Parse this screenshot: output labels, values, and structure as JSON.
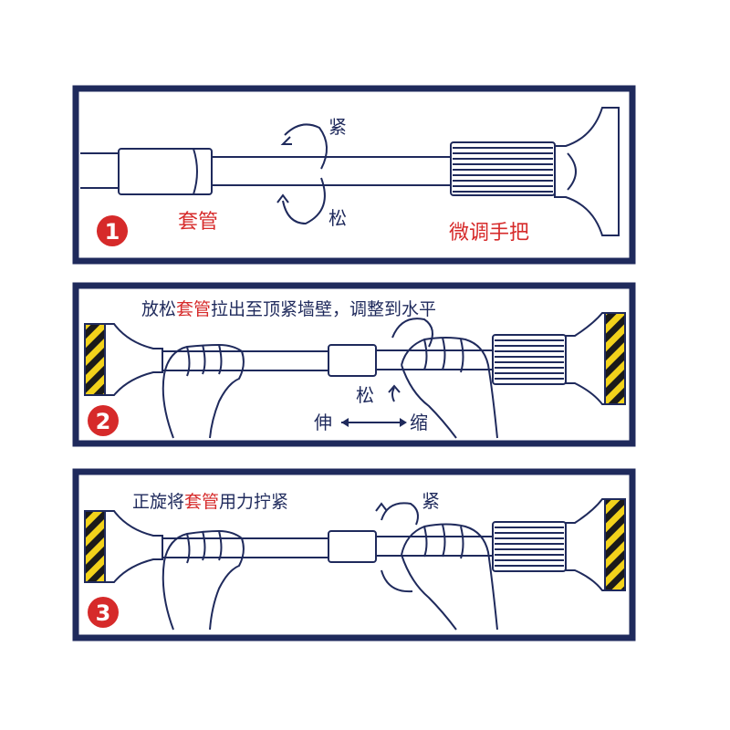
{
  "panel1": {
    "number": "1",
    "sleeve_label": "套管",
    "tighten_label": "紧",
    "loosen_label": "松",
    "handle_label": "微调手把"
  },
  "panel2": {
    "number": "2",
    "instruction_prefix": "放松",
    "instruction_highlight": "套管",
    "instruction_suffix": "拉出至顶紧墙壁，调整到水平",
    "loosen_label": "松",
    "extend_label": "伸",
    "retract_label": "缩"
  },
  "panel3": {
    "number": "3",
    "instruction_prefix": "正旋将",
    "instruction_highlight": "套管",
    "instruction_suffix": "用力拧紧",
    "tighten_label": "紧"
  },
  "colors": {
    "frame": "#1f2a5c",
    "accent": "#d62a2a",
    "stripe_yellow": "#f2d21b",
    "stripe_black": "#1a1a1a"
  }
}
